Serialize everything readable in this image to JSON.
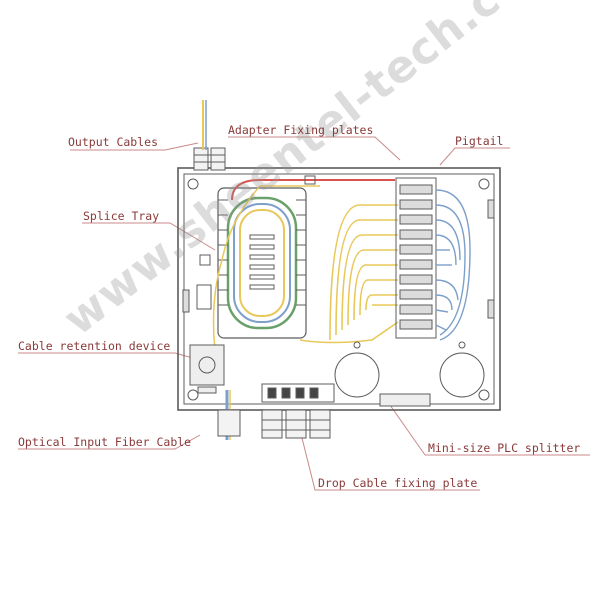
{
  "labels": {
    "output_cables": "Output Cables",
    "adapter_fixing_plates": "Adapter Fixing plates",
    "pigtail": "Pigtail",
    "splice_tray": "Splice Tray",
    "cable_retention_device": "Cable retention device",
    "optical_input_fiber_cable": "Optical Input Fiber Cable",
    "mini_plc_splitter": "Mini-size PLC splitter",
    "drop_cable_fixing_plate": "Drop Cable fixing plate"
  },
  "watermark": "www.sheentel-tech.com",
  "colors": {
    "outline": "#5c5c5c",
    "callout_text": "#8a3a3a",
    "leader_line": "#c98a8a",
    "fiber_yellow": "#e8c85a",
    "fiber_blue": "#7d9fc9",
    "fiber_red": "#d9534f",
    "fiber_green": "#6aa06a"
  }
}
